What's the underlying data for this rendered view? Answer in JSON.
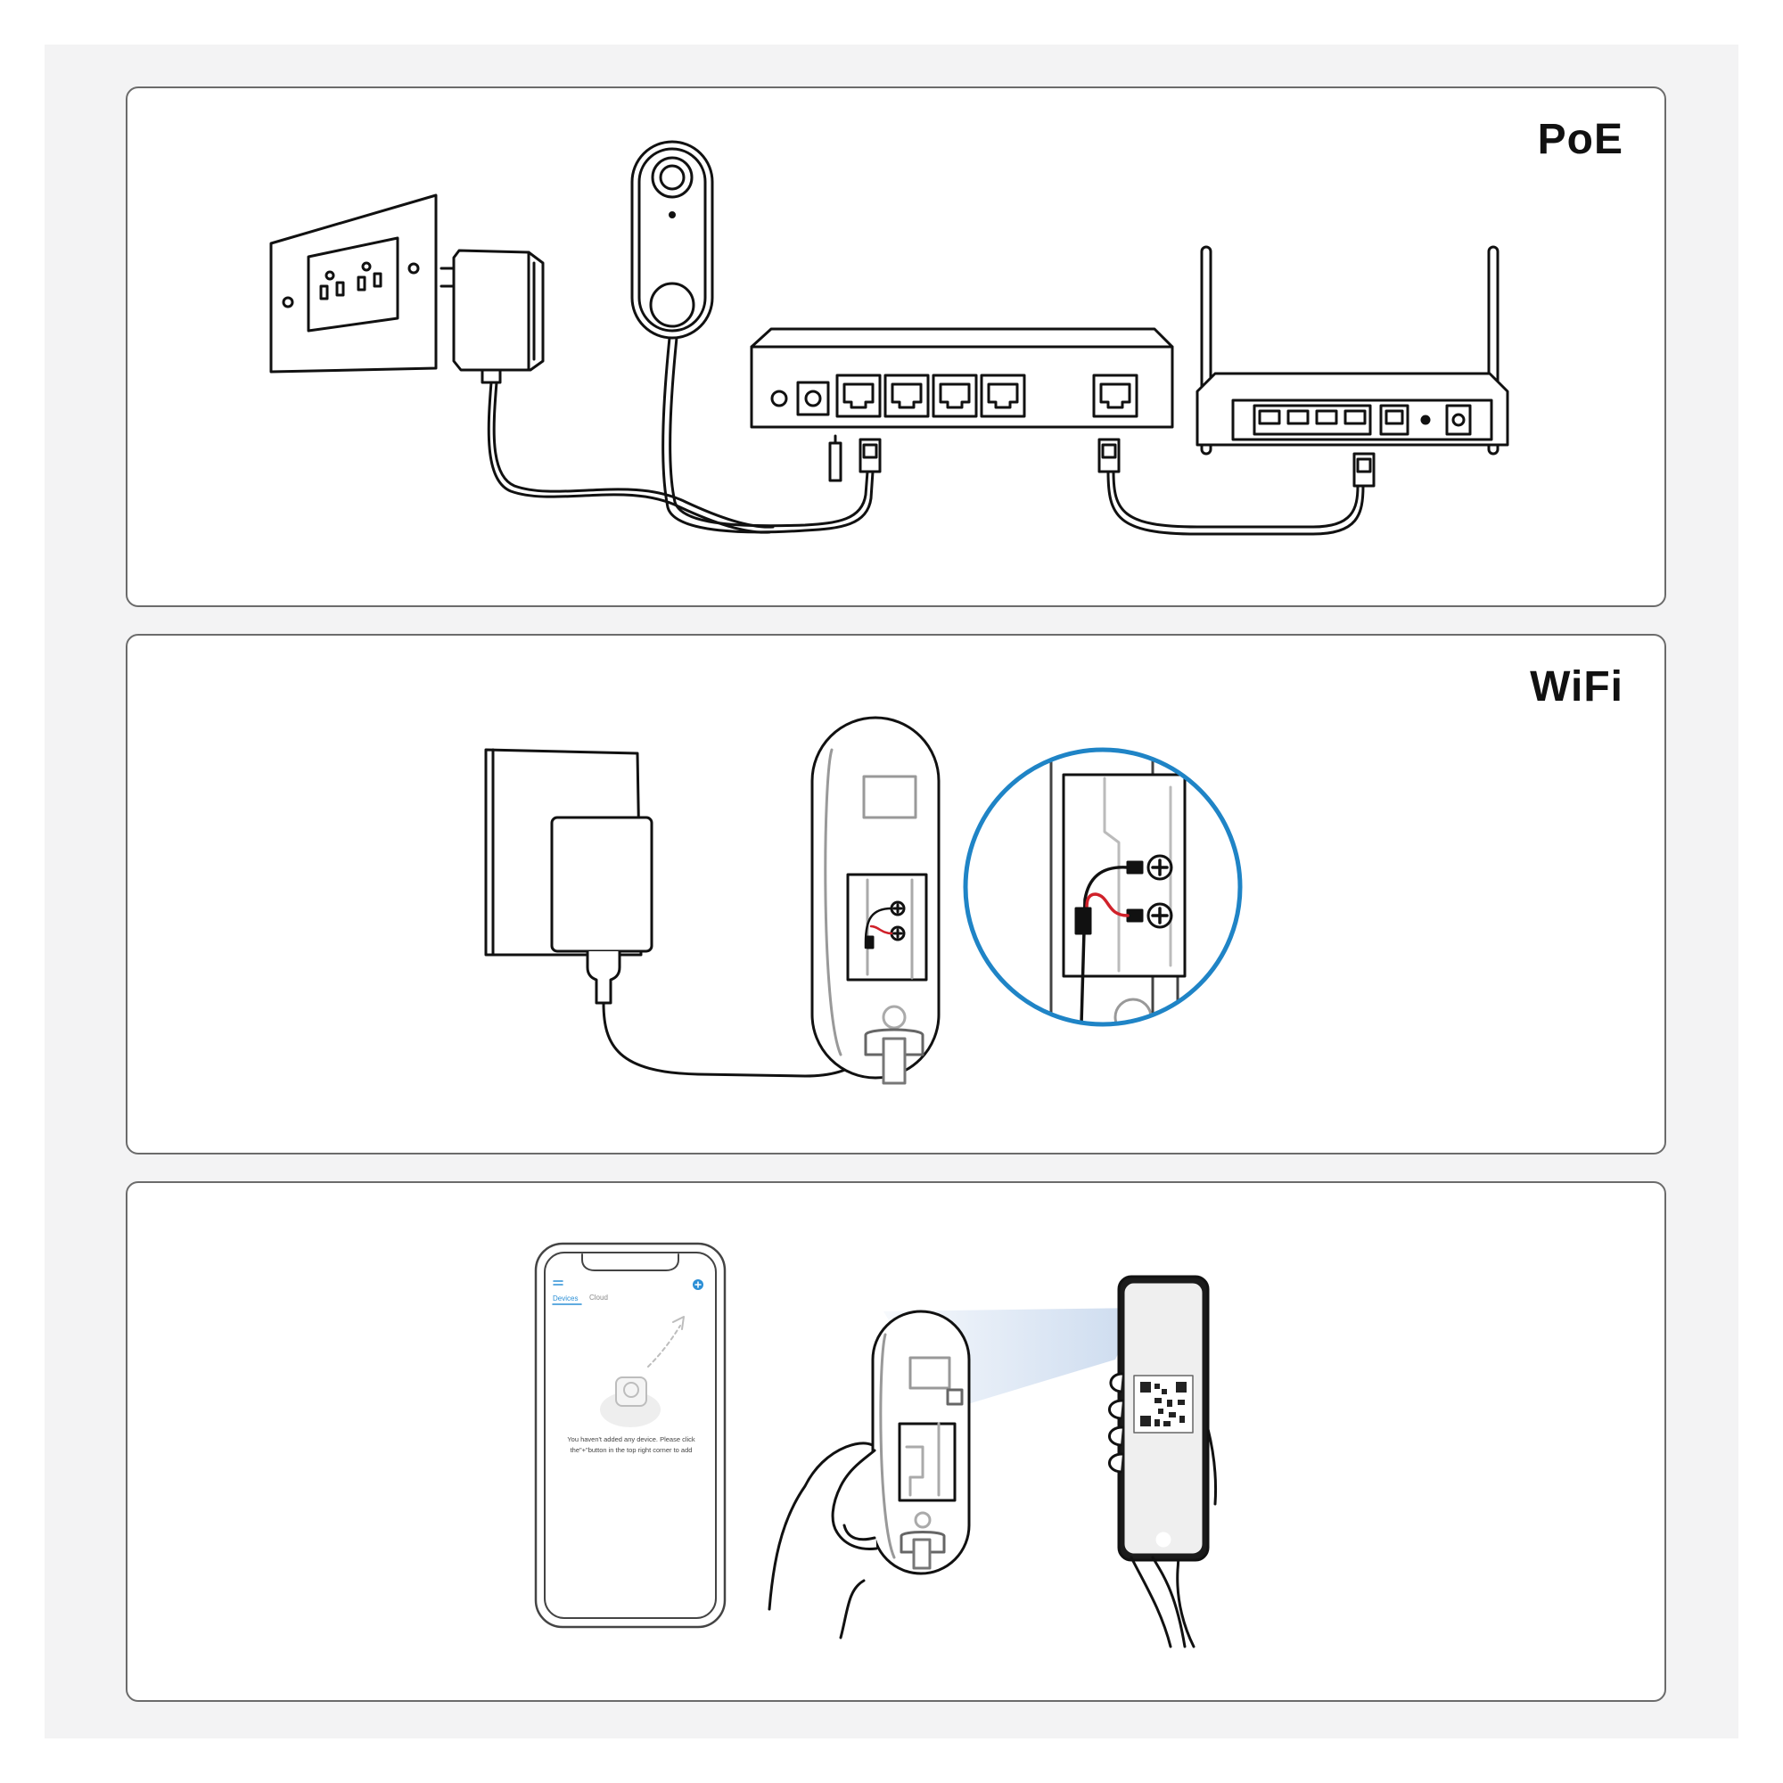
{
  "panels": [
    {
      "id": "poe",
      "title": "PoE"
    },
    {
      "id": "wifi",
      "title": "WiFi"
    },
    {
      "id": "app",
      "title": ""
    }
  ],
  "app_screen": {
    "tab_devices": "Devices",
    "tab_cloud": "Cloud",
    "empty_message_line1": "You haven't added any device. Please click",
    "empty_message_line2": "the\"+\"button in the top right corner to add"
  },
  "colors": {
    "line": "#111111",
    "panel_border": "#6b6b6b",
    "backdrop": "#f3f3f4",
    "zoom_circle": "#1f84c6",
    "wire_red": "#d0212a",
    "scan_beam": "#c9d9ee",
    "app_accent": "#2b8fd6"
  }
}
